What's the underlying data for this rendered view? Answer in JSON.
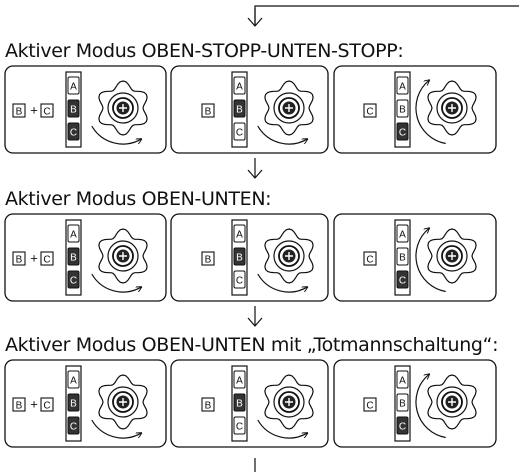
{
  "sections": [
    {
      "heading": "Aktiver Modus OBEN-STOPP-UNTEN-STOPP:",
      "panels": [
        {
          "selection": [
            "B",
            "C"
          ],
          "active": [
            "B",
            "C"
          ],
          "direction": "cw"
        },
        {
          "selection": [
            "B"
          ],
          "active": [
            "B"
          ],
          "direction": "cw"
        },
        {
          "selection": [
            "C"
          ],
          "active": [
            "C"
          ],
          "direction": "ccw"
        }
      ]
    },
    {
      "heading": "Aktiver Modus OBEN-UNTEN:",
      "panels": [
        {
          "selection": [
            "B",
            "C"
          ],
          "active": [
            "B",
            "C"
          ],
          "direction": "cw"
        },
        {
          "selection": [
            "B"
          ],
          "active": [
            "B"
          ],
          "direction": "cw"
        },
        {
          "selection": [
            "C"
          ],
          "active": [
            "C"
          ],
          "direction": "ccw"
        }
      ]
    },
    {
      "heading": "Aktiver Modus OBEN-UNTEN mit „Totmannschaltung“:",
      "panels": [
        {
          "selection": [
            "B",
            "C"
          ],
          "active": [
            "B",
            "C"
          ],
          "direction": "cw"
        },
        {
          "selection": [
            "B"
          ],
          "active": [
            "B"
          ],
          "direction": "cw"
        },
        {
          "selection": [
            "C"
          ],
          "active": [
            "C"
          ],
          "direction": "ccw"
        }
      ]
    }
  ],
  "keys": [
    "A",
    "B",
    "C"
  ],
  "combine_symbol": "+",
  "colors": {
    "line": "#111111",
    "active_key": "#333333",
    "active_key_text": "#ffffff",
    "inactive_key": "#ffffff",
    "knob_fill": "#ffffff",
    "knob_center": "#222222"
  }
}
